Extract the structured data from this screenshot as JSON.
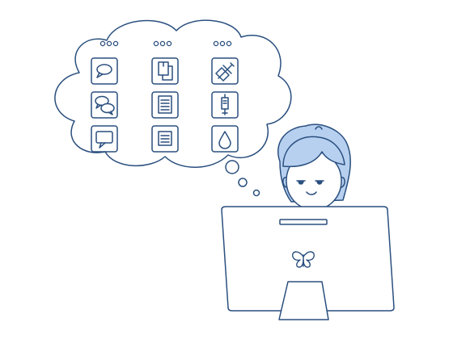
{
  "colors": {
    "line": "#2a4f7e",
    "hair": "#b7d0f0",
    "skin": "#ffffff",
    "background": "#ffffff"
  },
  "thought_bubble": {
    "window_dots": [
      "dots-left",
      "dots-center",
      "dots-right"
    ],
    "icons": [
      "chat-bubble-icon",
      "copy-documents-icon",
      "syringe-icon",
      "conversation-icon",
      "document-icon",
      "iv-bag-icon",
      "message-icon",
      "notes-icon",
      "drop-icon"
    ]
  },
  "monitor": {
    "logo_icon": "butterfly-icon"
  }
}
